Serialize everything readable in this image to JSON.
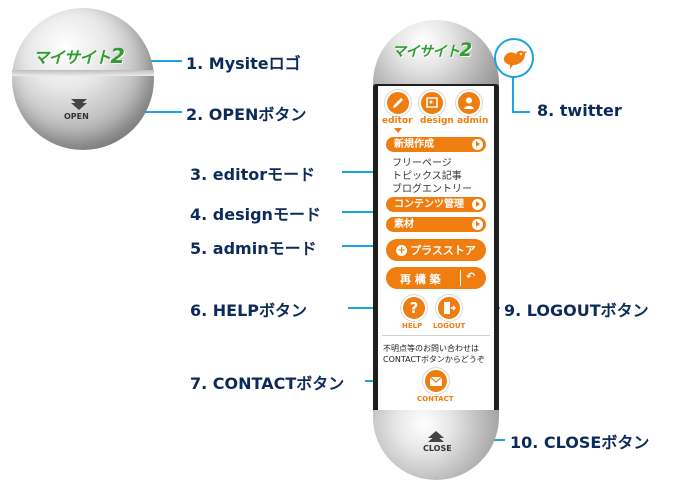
{
  "logo": {
    "text": "マイサイト",
    "number": "2"
  },
  "open_label": "OPEN",
  "close_label": "CLOSE",
  "modes": [
    {
      "key": "editor",
      "label": "editor"
    },
    {
      "key": "design",
      "label": "design"
    },
    {
      "key": "admin",
      "label": "admin"
    }
  ],
  "menu": {
    "new_create": "新規作成",
    "sub_items": [
      "フリーページ",
      "トピックス記事",
      "ブログエントリー"
    ],
    "content_manage": "コンテンツ管理",
    "material": "素材",
    "plus_store": "プラスストア",
    "rebuild": "再 構 築",
    "help": "HELP",
    "logout": "LOGOUT",
    "note_line1": "不明点等のお問い合わせは",
    "note_line2": "CONTACTボタンからどうぞ",
    "contact": "CONTACT"
  },
  "callouts": [
    "1. Mysiteロゴ",
    "2. OPENボタン",
    "3. editorモード",
    "4. designモード",
    "5. adminモード",
    "6. HELPボタン",
    "7. CONTACTボタン",
    "8. twitter",
    "9. LOGOUTボタン",
    "10. CLOSEボタン"
  ],
  "colors": {
    "accent": "#ef7d0f",
    "callout_line": "#1aa3e0",
    "callout_text": "#0d2b5a",
    "logo_green": "#2e9d2e"
  }
}
